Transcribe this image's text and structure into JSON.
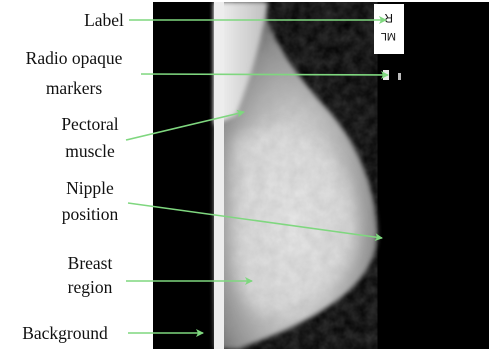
{
  "image": {
    "subject": "mammogram",
    "palette": {
      "arrow": "#7fd77f",
      "film_dark": "#000000",
      "label_text": "#111111"
    }
  },
  "annotations": {
    "label": "Label",
    "radio_opaque_line1": "Radio opaque",
    "radio_opaque_line2": "markers",
    "pectoral_line1": "Pectoral",
    "pectoral_line2": "muscle",
    "nipple_line1": "Nipple",
    "nipple_line2": "position",
    "breast_line1": "Breast",
    "breast_line2": "region",
    "background": "Background"
  },
  "film_marker_text": {
    "line1": "R",
    "line2": "ML"
  }
}
